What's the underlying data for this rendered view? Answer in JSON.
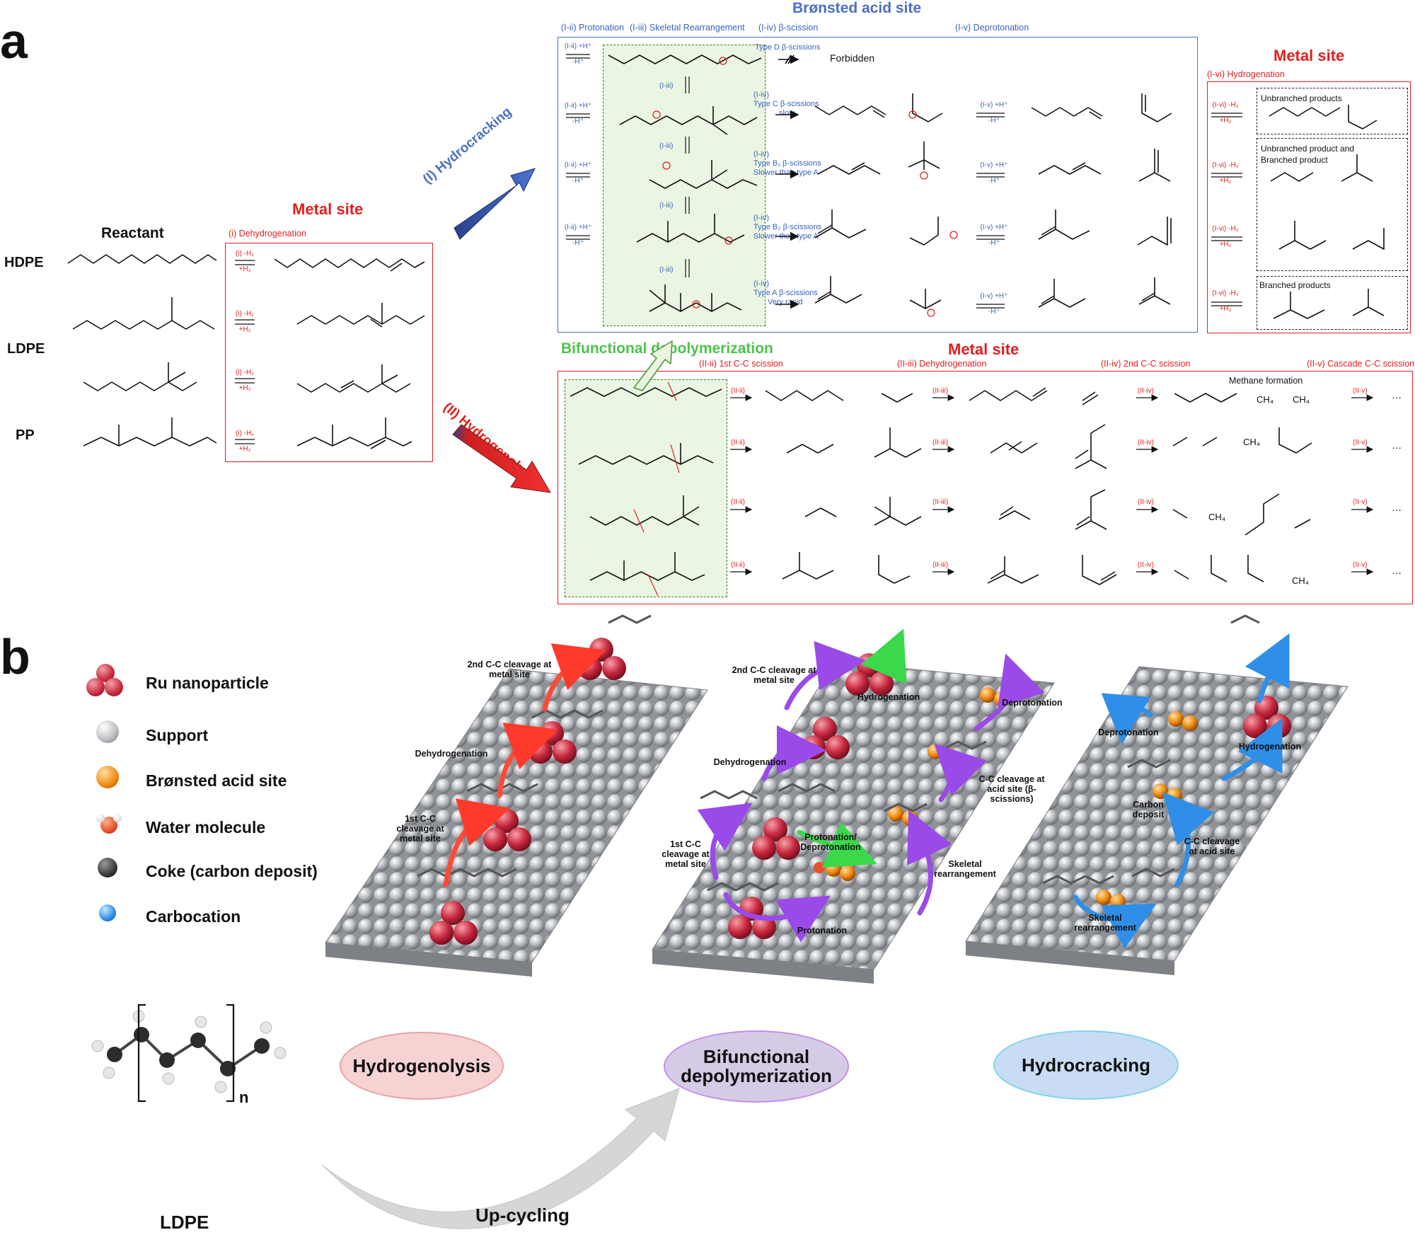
{
  "panel_a": {
    "letter": "a",
    "reactant_title": "Reactant",
    "polymers": [
      "HDPE",
      "LDPE",
      "PP"
    ],
    "metal_site_left": {
      "title": "Metal site",
      "step": "(i) Dehydrogenation",
      "arrow_top": "(i) -H₂",
      "arrow_bottom": "+H₂"
    },
    "path_hydrocracking": "(I) Hydrocracking",
    "path_hydrogenolysis": "(II) Hydrogenolysis",
    "bronsted": {
      "title": "Brønsted acid site",
      "steps": [
        "(I-ii) Protonation",
        "(I-iii) Skeletal Rearrangement",
        "(I-iv) β-scission",
        "(I-v) Deprotonation"
      ],
      "prot_top": "(I-ii) +H⁺",
      "prot_bottom": "-H⁺",
      "rearr_label": "(I-iii)",
      "scission_label": "(I-iv)",
      "depro_top": "(I-v) +H⁺",
      "depro_bottom": "-H⁺",
      "forbidden": "Forbidden",
      "scissions": [
        {
          "name": "Type D β-scissions",
          "rate": ""
        },
        {
          "name": "Type C β-scissions",
          "rate": "slow"
        },
        {
          "name": "Type B₁ β-scissions",
          "rate": "Slower than type A"
        },
        {
          "name": "Type B₂ β-scissions",
          "rate": "Slower than type A"
        },
        {
          "name": "Type A β-scissions",
          "rate": "Very rapid"
        }
      ]
    },
    "metal_site_right": {
      "title": "Metal site",
      "step": "(I-vi) Hydrogenation",
      "arrow_top": "(I-vi) -H₂",
      "arrow_bottom": "+H₂",
      "groups": [
        "Unbranched products",
        "Unbranched product and Branched product",
        "Branched products"
      ]
    },
    "bifunctional_title": "Bifunctional depolymerization",
    "metal_site_bottom": {
      "title": "Metal site",
      "steps": [
        "(II-ii) 1st C-C scission",
        "(II-iii) Dehydrogenation",
        "(II-iv) 2nd C-C scission",
        "(II-v) Cascade C-C scission"
      ],
      "arrow_labels": [
        "(II-ii)",
        "(II-iii)",
        "(II-iv)",
        "(II-v)"
      ],
      "methane_formation": "Methane formation",
      "methane": "CH₄",
      "ellipsis": "···"
    }
  },
  "panel_b": {
    "letter": "b",
    "legend": [
      {
        "label": "Ru nanoparticle",
        "color": "#d0304a"
      },
      {
        "label": "Support",
        "color": "#b9bcc0"
      },
      {
        "label": "Brønsted acid site",
        "color": "#f08a12"
      },
      {
        "label": "Water molecule",
        "color": "#e5512a"
      },
      {
        "label": "Coke (carbon deposit)",
        "color": "#3a3a3a"
      },
      {
        "label": "Carbocation",
        "color": "#2f8fe8"
      }
    ],
    "scene1_labels": [
      "2nd C-C cleavage at metal site",
      "Dehydrogenation",
      "1st C-C cleavage at metal site"
    ],
    "scene2_labels": [
      "2nd C-C cleavage at metal site",
      "Hydrogenation",
      "Deprotonation",
      "Dehydrogenation",
      "C-C cleavage at acid site (β-scissions)",
      "1st C-C cleavage at metal site",
      "Protonation/ Deprotonation",
      "Skeletal rearrangement",
      "Protonation"
    ],
    "scene3_labels": [
      "Deprotonation",
      "Hydrogenation",
      "Carbon deposit",
      "C-C cleavage at acid site",
      "Skeletal rearrangement"
    ],
    "ellipses": [
      {
        "label": "Hydrogenolysis",
        "fill": "#f6d2d2",
        "stroke": "#e9a3a3"
      },
      {
        "label": "Bifunctional depolymerization",
        "fill": "#d6cbe6",
        "stroke": "#c38ee8"
      },
      {
        "label": "Hydrocracking",
        "fill": "#c8dcf3",
        "stroke": "#7fd3ee"
      }
    ],
    "ldpe_label": "LDPE",
    "ldpe_subscript": "n",
    "upcycling": "Up-cycling"
  }
}
